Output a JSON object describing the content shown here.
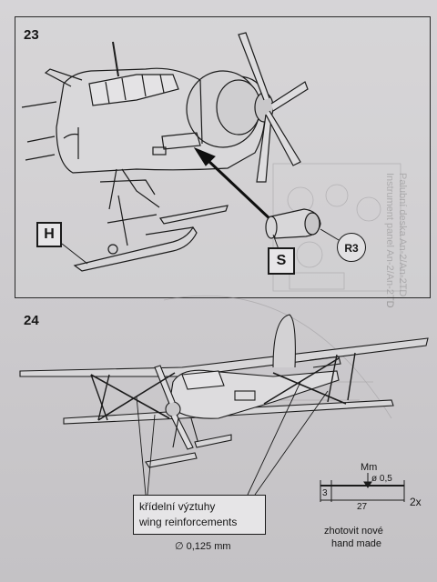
{
  "step23": {
    "number": "23",
    "label_h": "H",
    "label_s": "S",
    "part_r3": "R3"
  },
  "step24": {
    "number": "24",
    "caption_cz": "křídelní výztuhy",
    "caption_en": "wing reinforcements",
    "wire_diameter": "∅ 0,125 mm",
    "scale_unit": "Mm",
    "part_diameter": "ø 0,5",
    "dim_small": "3",
    "dim_length": "27",
    "quantity": "2x",
    "note_cz": "zhotovit nové",
    "note_en": "hand made"
  },
  "watermark": {
    "line1": "Palubní deska An-2/An-2TD",
    "line2": "Instrument panel An-2/An-2TD"
  }
}
